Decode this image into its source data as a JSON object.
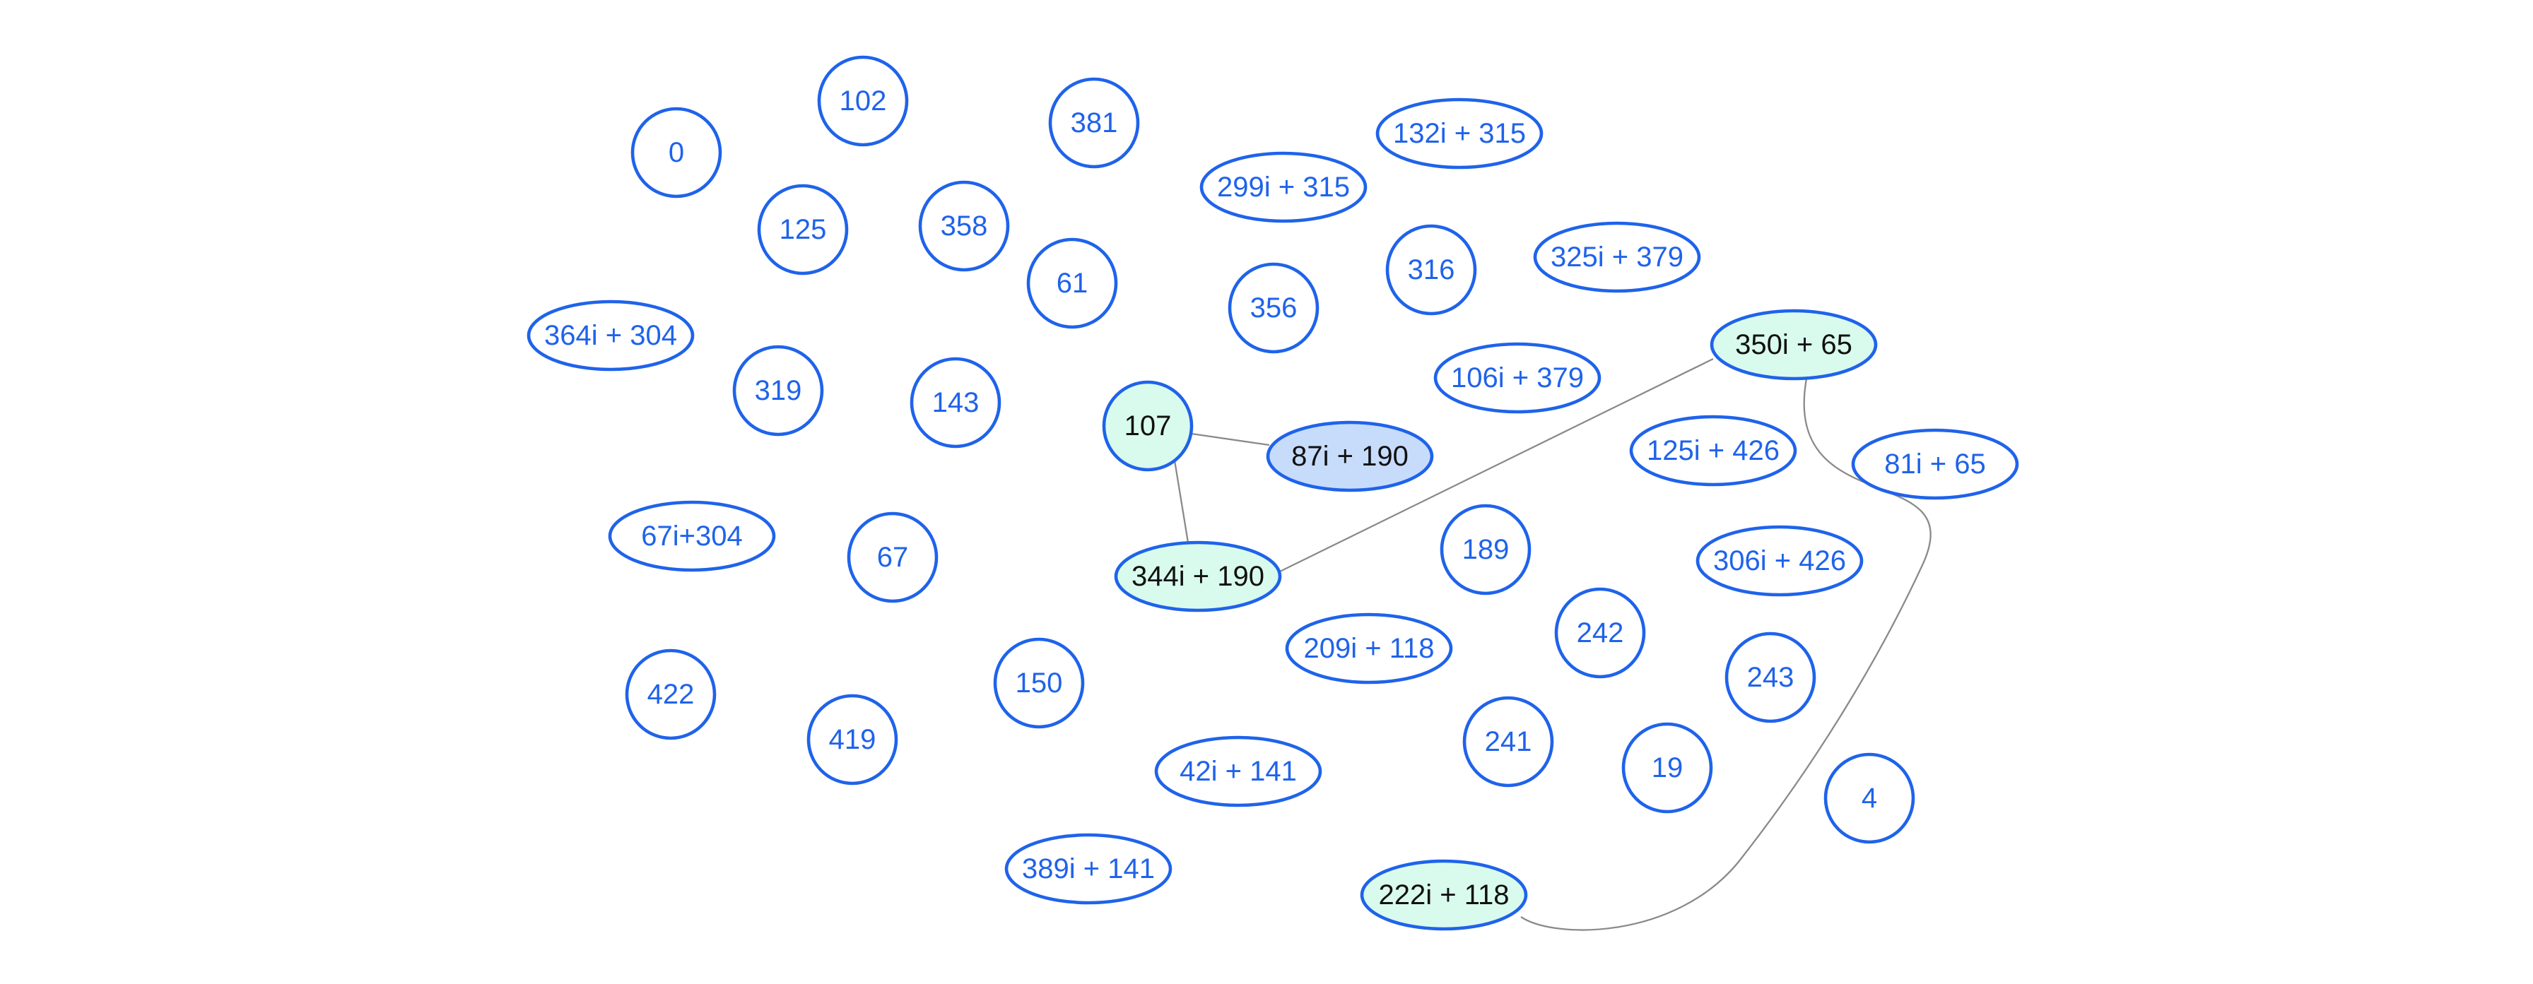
{
  "graph": {
    "colors": {
      "node_fill_default": "#ffffff",
      "node_fill_highlight": "#d9fbee",
      "node_fill_selected": "#c7dcfb",
      "node_border": "#1f63ea",
      "label_default": "#1f63ea",
      "label_active": "#111111",
      "edge": "#8a8a8a"
    },
    "nodes": [
      {
        "id": "n0",
        "label": "0",
        "state": "default"
      },
      {
        "id": "n102",
        "label": "102",
        "state": "default"
      },
      {
        "id": "n381",
        "label": "381",
        "state": "default"
      },
      {
        "id": "n132i315",
        "label": "132i + 315",
        "state": "default"
      },
      {
        "id": "n299i315",
        "label": "299i + 315",
        "state": "default"
      },
      {
        "id": "n125",
        "label": "125",
        "state": "default"
      },
      {
        "id": "n358",
        "label": "358",
        "state": "default"
      },
      {
        "id": "n61",
        "label": "61",
        "state": "default"
      },
      {
        "id": "n356",
        "label": "356",
        "state": "default"
      },
      {
        "id": "n316",
        "label": "316",
        "state": "default"
      },
      {
        "id": "n325i379",
        "label": "325i + 379",
        "state": "default"
      },
      {
        "id": "n364i304",
        "label": "364i + 304",
        "state": "default"
      },
      {
        "id": "n350i65",
        "label": "350i + 65",
        "state": "highlight"
      },
      {
        "id": "n319",
        "label": "319",
        "state": "default"
      },
      {
        "id": "n143",
        "label": "143",
        "state": "default"
      },
      {
        "id": "n107",
        "label": "107",
        "state": "highlight"
      },
      {
        "id": "n106i379",
        "label": "106i + 379",
        "state": "default"
      },
      {
        "id": "n87i190",
        "label": "87i + 190",
        "state": "selected"
      },
      {
        "id": "n125i426",
        "label": "125i + 426",
        "state": "default"
      },
      {
        "id": "n81i65",
        "label": "81i + 65",
        "state": "default"
      },
      {
        "id": "n67i304",
        "label": "67i+304",
        "state": "default"
      },
      {
        "id": "n67",
        "label": "67",
        "state": "default"
      },
      {
        "id": "n344i190",
        "label": "344i + 190",
        "state": "highlight"
      },
      {
        "id": "n189",
        "label": "189",
        "state": "default"
      },
      {
        "id": "n306i426",
        "label": "306i + 426",
        "state": "default"
      },
      {
        "id": "n242",
        "label": "242",
        "state": "default"
      },
      {
        "id": "n209i118",
        "label": "209i + 118",
        "state": "default"
      },
      {
        "id": "n243",
        "label": "243",
        "state": "default"
      },
      {
        "id": "n422",
        "label": "422",
        "state": "default"
      },
      {
        "id": "n150",
        "label": "150",
        "state": "default"
      },
      {
        "id": "n419",
        "label": "419",
        "state": "default"
      },
      {
        "id": "n241",
        "label": "241",
        "state": "default"
      },
      {
        "id": "n19",
        "label": "19",
        "state": "default"
      },
      {
        "id": "n42i141",
        "label": "42i + 141",
        "state": "default"
      },
      {
        "id": "n4",
        "label": "4",
        "state": "default"
      },
      {
        "id": "n389i141",
        "label": "389i + 141",
        "state": "default"
      },
      {
        "id": "n222i118",
        "label": "222i + 118",
        "state": "highlight"
      }
    ],
    "edges": [
      {
        "source": "n107",
        "target": "n87i190"
      },
      {
        "source": "n107",
        "target": "n344i190"
      },
      {
        "source": "n344i190",
        "target": "n350i65"
      },
      {
        "source": "n350i65",
        "target": "n222i118"
      }
    ]
  }
}
